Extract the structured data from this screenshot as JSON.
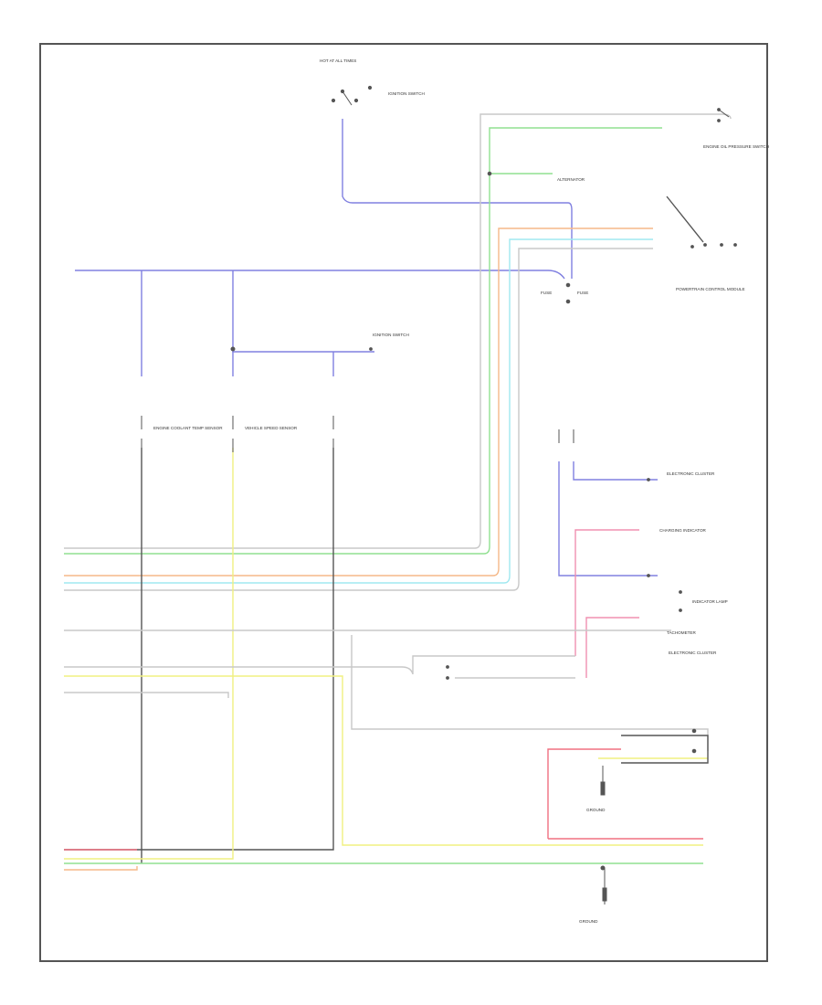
{
  "colors": {
    "blue": "#8080e0",
    "green": "#90e090",
    "orange": "#f5b888",
    "cyan": "#a0e8f0",
    "yellow": "#f0f080",
    "red": "#f07080",
    "pink": "#f090b0",
    "black": "#555555",
    "gray": "#c8c8c8",
    "frame": "#555555"
  },
  "icons": [
    "ground-symbol",
    "switch-symbol",
    "connector-pin"
  ],
  "components": [
    "HOT AT ALL TIMES",
    "IGNITION SWITCH",
    "IGNITION SWITCH",
    "ENGINE OIL PRESSURE SWITCH",
    "ALTERNATOR",
    "POWERTRAIN CONTROL MODULE",
    "FUSE",
    "FUSE",
    "ENGINE COOLANT TEMP SENSOR",
    "VEHICLE SPEED SENSOR",
    "ELECTRONIC CLUSTER",
    "ELECTRONIC CLUSTER",
    "CHARGING INDICATOR",
    "INDICATOR LAMP",
    "TACHOMETER",
    "GROUND",
    "GROUND"
  ]
}
